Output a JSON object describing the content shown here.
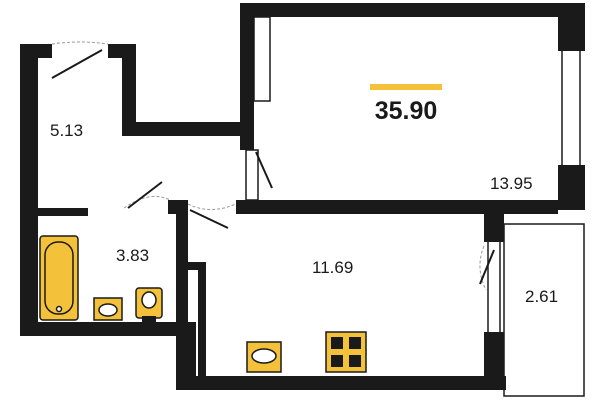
{
  "total_area": {
    "value": "35.90",
    "accent_color": "#f3c23a"
  },
  "rooms": [
    {
      "id": "hall",
      "area": "5.13"
    },
    {
      "id": "bathroom",
      "area": "3.83"
    },
    {
      "id": "bedroom",
      "area": "13.95"
    },
    {
      "id": "kitchen",
      "area": "11.69"
    },
    {
      "id": "balcony",
      "area": "2.61"
    }
  ],
  "fixtures": [
    {
      "type": "bathtub-icon"
    },
    {
      "type": "sink-icon"
    },
    {
      "type": "toilet-icon"
    },
    {
      "type": "kitchen-sink-icon"
    },
    {
      "type": "stove-icon"
    }
  ]
}
